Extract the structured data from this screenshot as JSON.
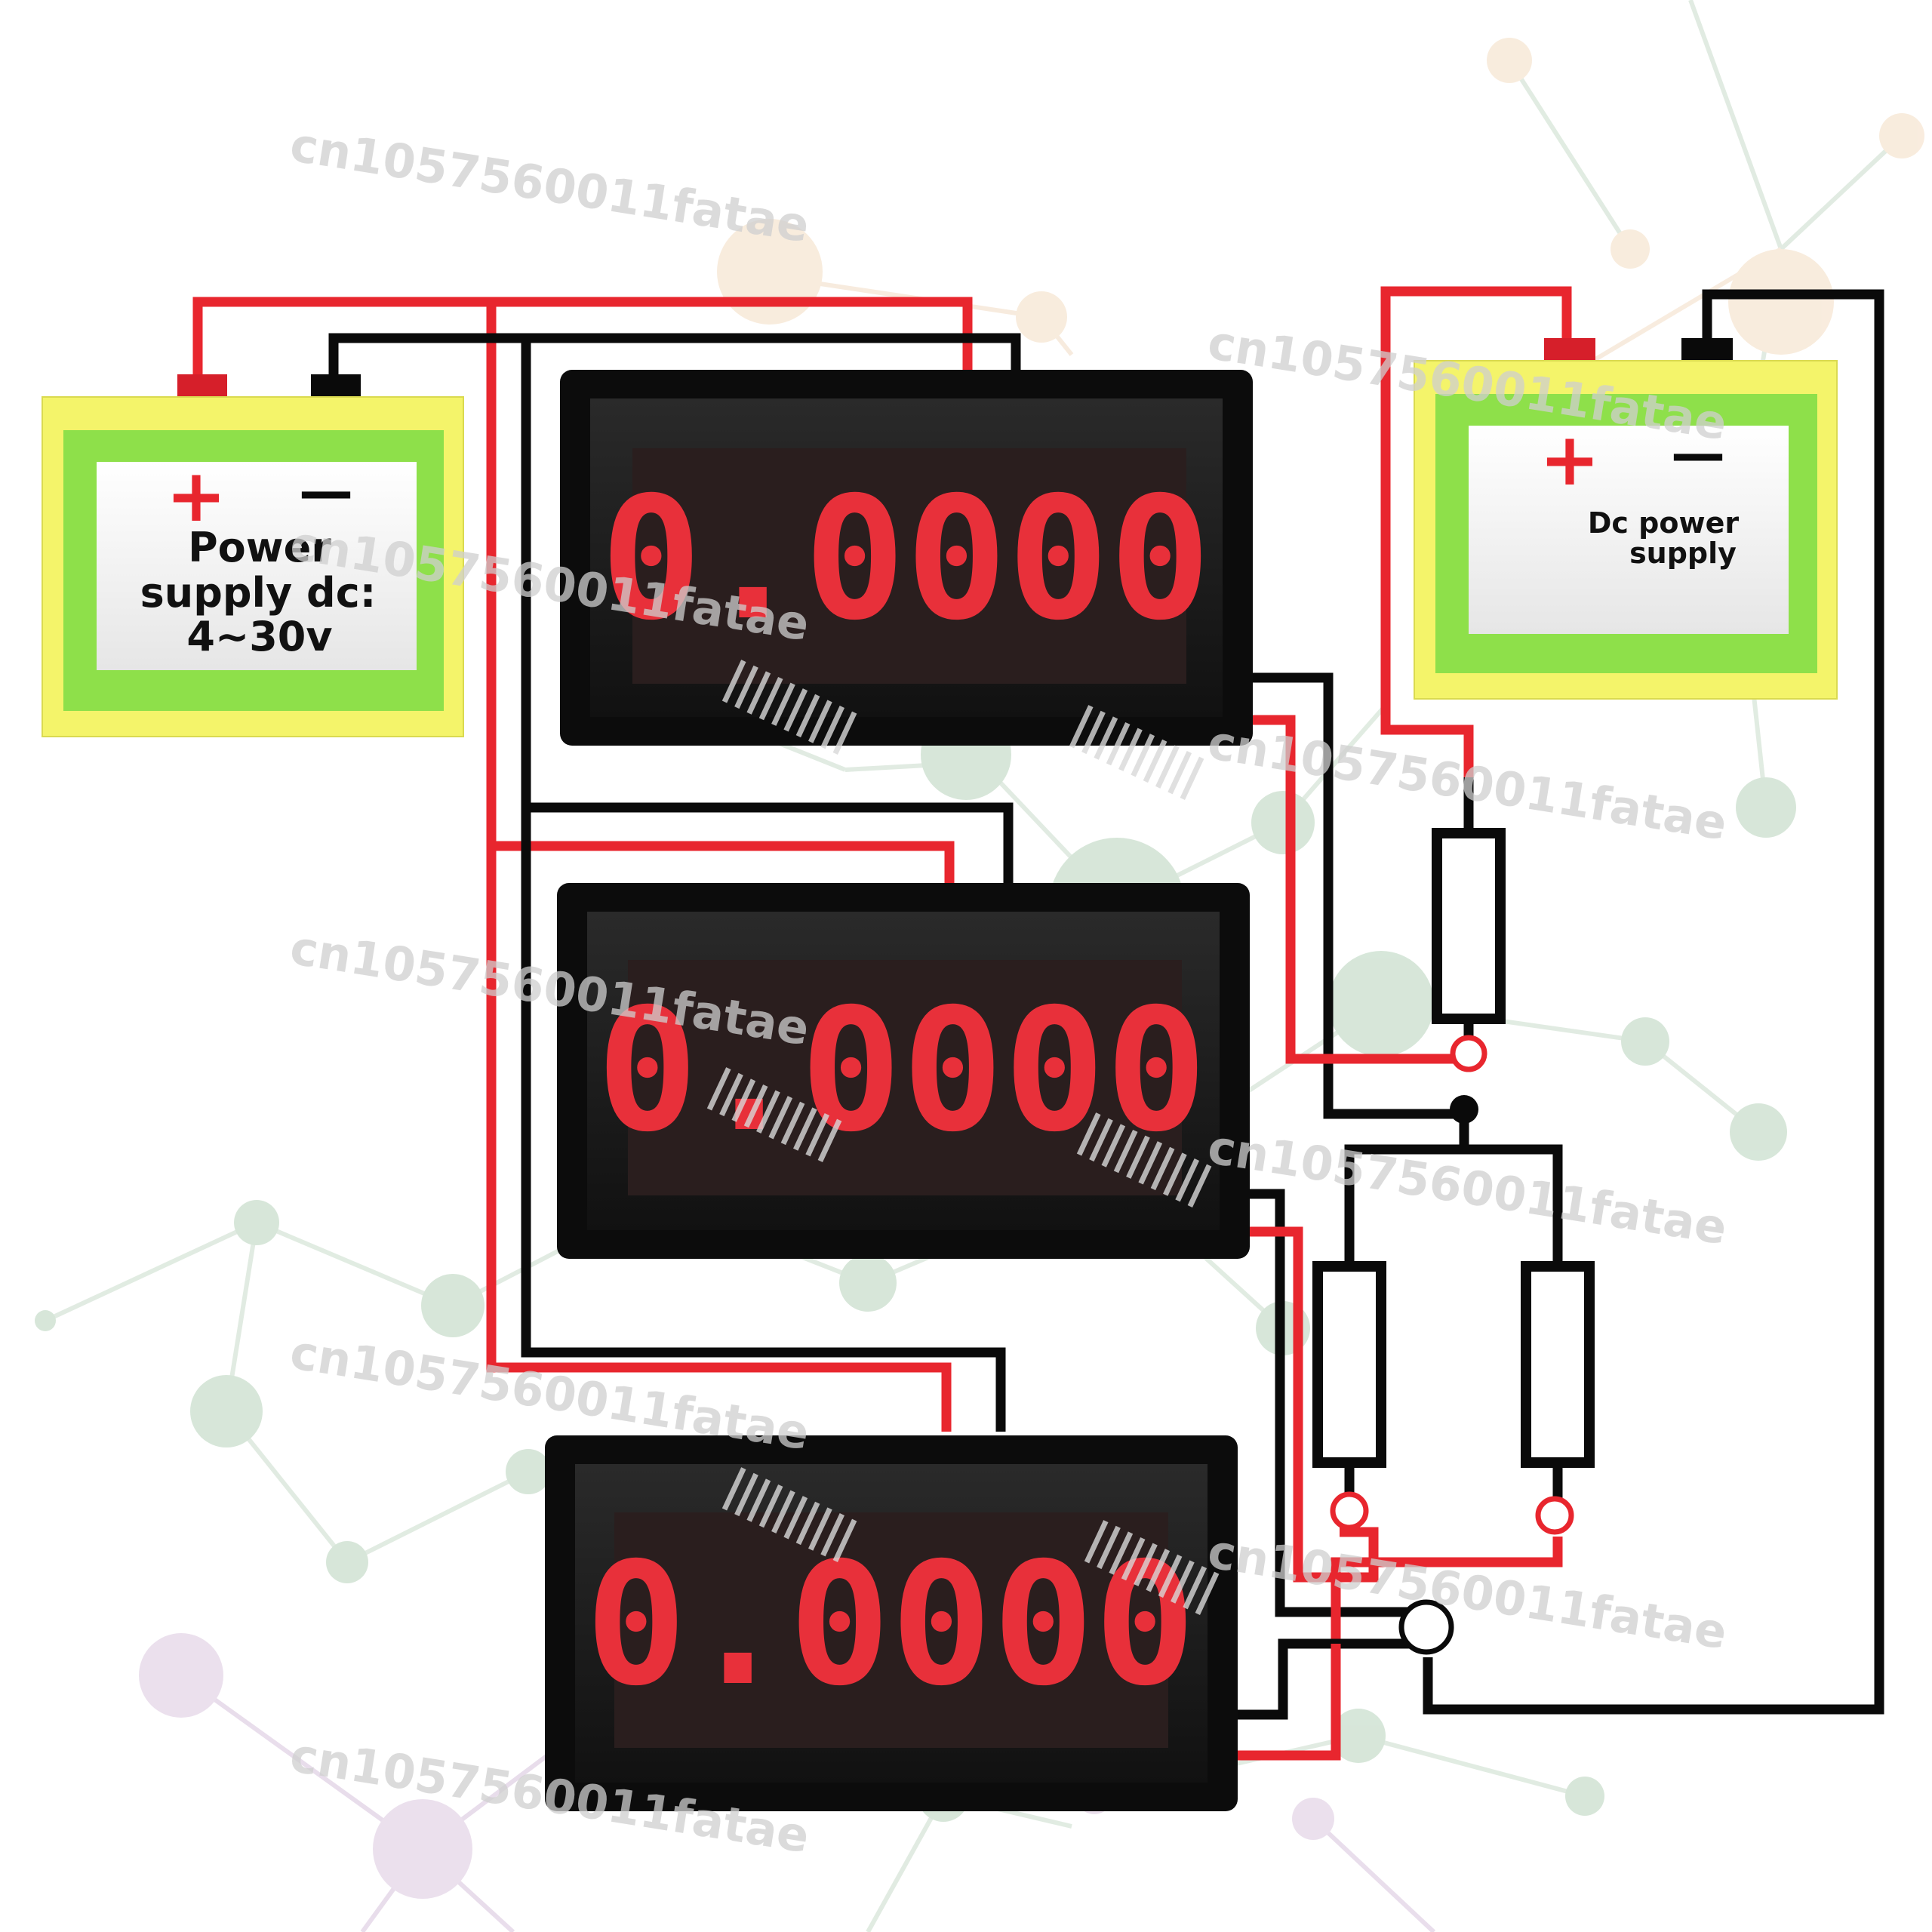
{
  "colors": {
    "red_wire": "#e8262e",
    "black_wire": "#0a0a0a",
    "led_red": "#e8303a",
    "battery_outer": "#f4f46a",
    "battery_inner": "#8ee04a"
  },
  "left_supply": {
    "plus": "+",
    "minus": "—",
    "line1": "Power",
    "line2": "supply dc:",
    "line3": "4~30v"
  },
  "right_supply": {
    "plus": "+",
    "minus": "—",
    "line1": "Dc power",
    "line2": "supply"
  },
  "meters": [
    {
      "reading": "0.0000"
    },
    {
      "reading": "0.0000"
    },
    {
      "reading": "0.0000"
    }
  ],
  "watermark": "cn1057560011fatae"
}
